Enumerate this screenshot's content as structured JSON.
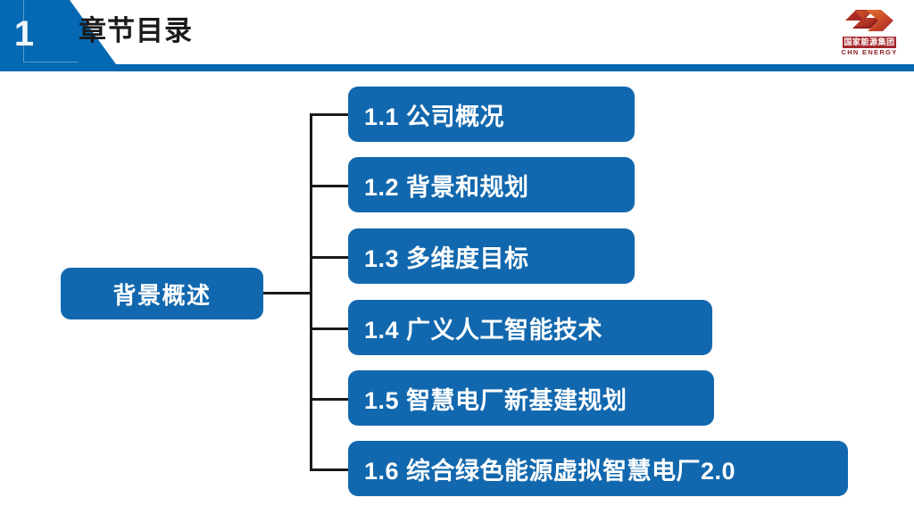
{
  "header": {
    "section_number": "1",
    "title": "章节目录",
    "accent_color": "#0468B2",
    "rule_color": "#0468B2"
  },
  "logo": {
    "mark_name": "chn-energy-logo-mark",
    "cn_name": "国家能源集团",
    "en_name": "CHN ENERGY",
    "mark_color_dark": "#9A201F",
    "mark_color_light": "#E8732A",
    "text_color": "#A4272C"
  },
  "diagram": {
    "node_color": "#1268AE",
    "connector_color": "#1a1a1a",
    "root": {
      "label": "背景概述"
    },
    "items": [
      {
        "label": "1.1 公司概况"
      },
      {
        "label": "1.2 背景和规划"
      },
      {
        "label": "1.3 多维度目标"
      },
      {
        "label": "1.4 广义人工智能技术"
      },
      {
        "label": "1.5 智慧电厂新基建规划"
      },
      {
        "label": "1.6 综合绿色能源虚拟智慧电厂2.0"
      }
    ]
  }
}
